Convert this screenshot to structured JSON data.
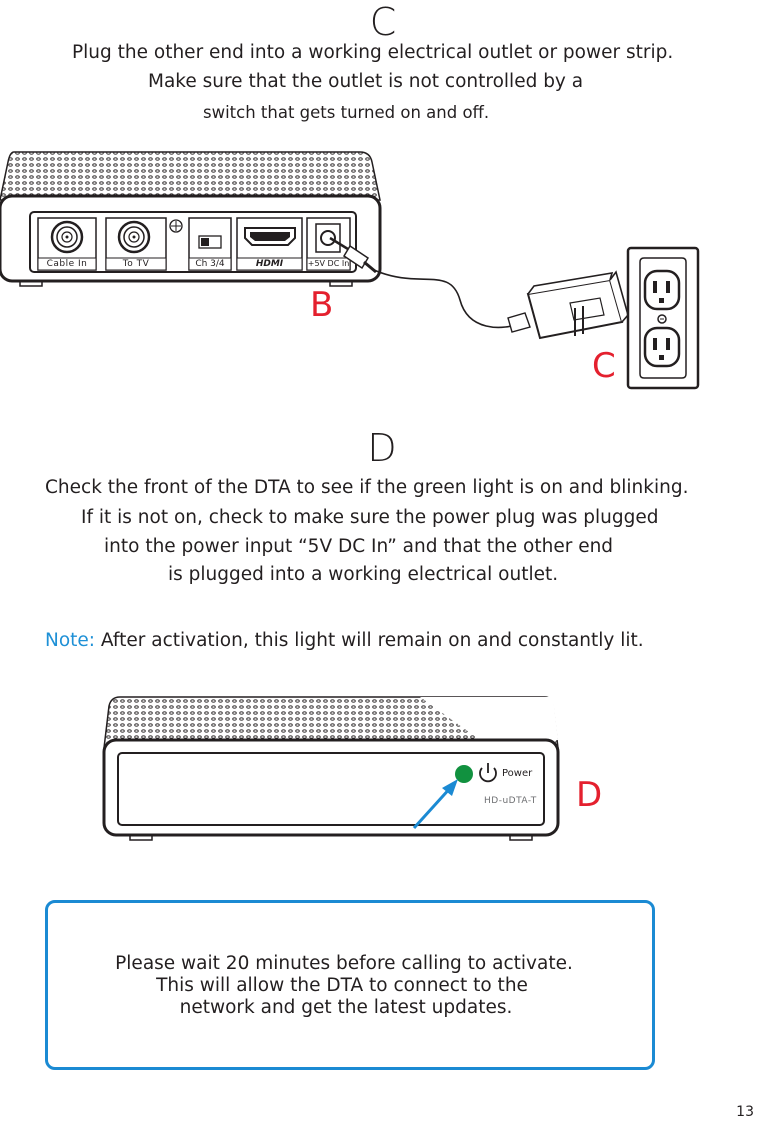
{
  "step_c": {
    "letter": "C",
    "lines": [
      "Plug the other end into a working electrical outlet or power strip.",
      "Make sure that the outlet is not controlled by a",
      "switch that gets turned on and off."
    ]
  },
  "back_panel": {
    "ports": [
      "Cable In",
      "To TV",
      "Ch 3/4",
      "HDMI",
      "+5V DC In"
    ],
    "label_b": "B",
    "label_c": "C"
  },
  "step_d": {
    "letter": "D",
    "lines": [
      "Check the front of the DTA to see if the green light is on and blinking.",
      "If it is not on, check to make sure the power plug was plugged",
      "into the power input “5V DC In” and that the other end",
      "is plugged into a working electrical outlet."
    ],
    "note_label": "Note:",
    "note_text": "After activation, this light will remain on and constantly lit."
  },
  "front_panel": {
    "power_label": "Power",
    "model": "HD-uDTA-T",
    "label_d": "D",
    "led_color": "#11913f"
  },
  "callout": {
    "lines": [
      "Please wait 20 minutes before calling to activate.",
      "This will allow the DTA to connect to the",
      "network and get the latest updates."
    ],
    "border_color": "#1b8ad3"
  },
  "page_number": "13"
}
